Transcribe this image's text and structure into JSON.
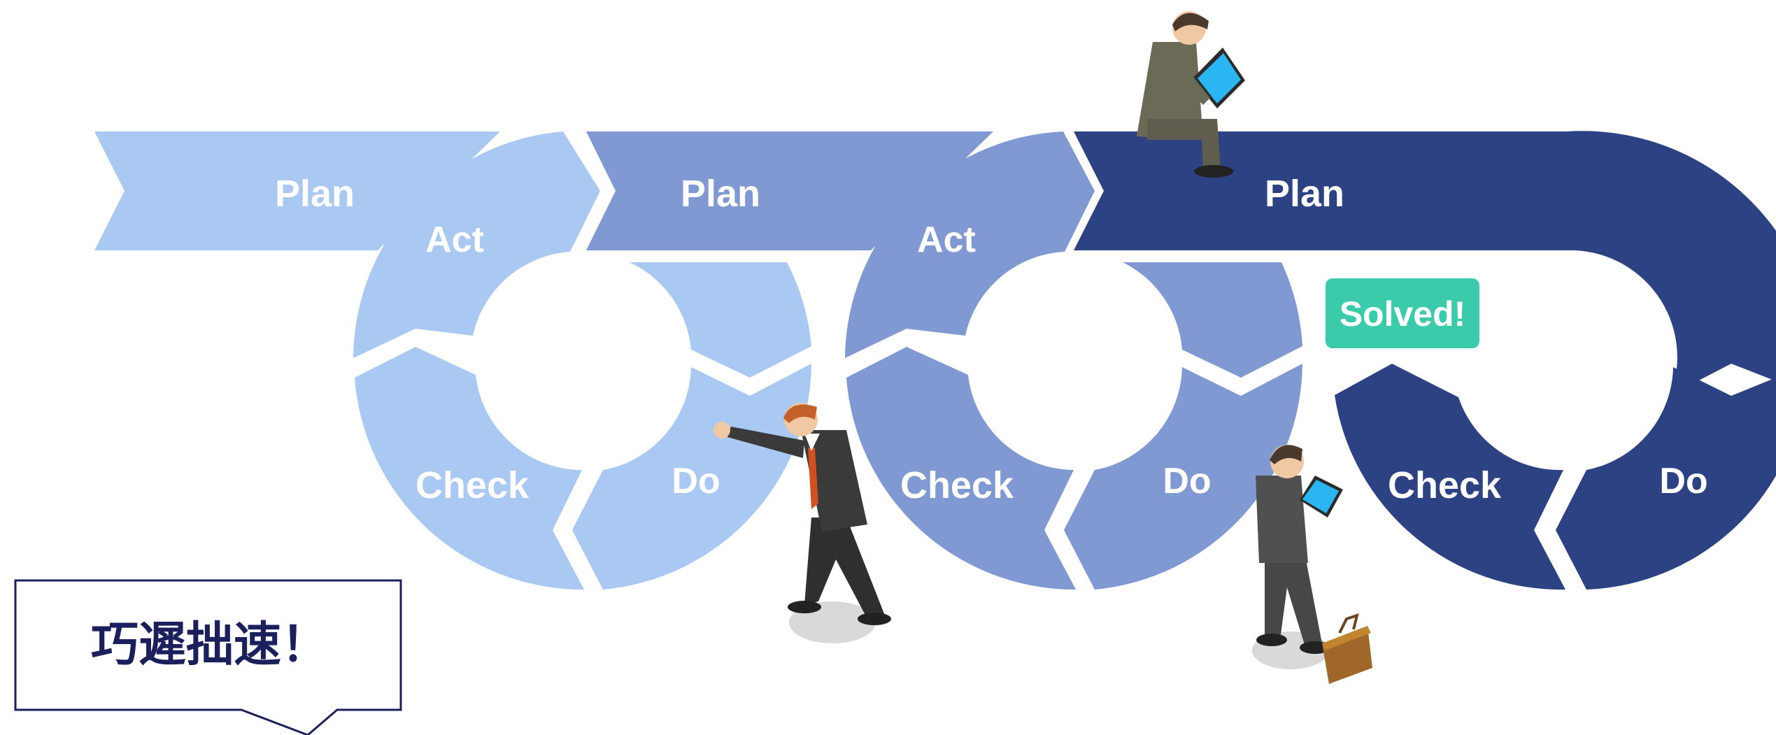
{
  "colors": {
    "cycle1": "#a9c8f2",
    "cycle2": "#8199d3",
    "cycle3": "#2d4282",
    "badge": "#3bcbaa",
    "callout_text": "#1b1f5c",
    "callout_border": "#1b1f5c"
  },
  "cycles": [
    {
      "plan": "Plan",
      "act": "Act",
      "check": "Check",
      "do": "Do"
    },
    {
      "plan": "Plan",
      "act": "Act",
      "check": "Check",
      "do": "Do"
    },
    {
      "plan": "Plan",
      "check": "Check",
      "do": "Do"
    }
  ],
  "badge": {
    "label": "Solved!"
  },
  "callout": {
    "text": "巧遲拙速！"
  },
  "figures": [
    {
      "icon": "businessman-with-laptop-sitting-icon"
    },
    {
      "icon": "businessman-pushing-icon"
    },
    {
      "icon": "businessman-walking-with-laptop-icon"
    },
    {
      "icon": "briefcase-icon"
    }
  ]
}
